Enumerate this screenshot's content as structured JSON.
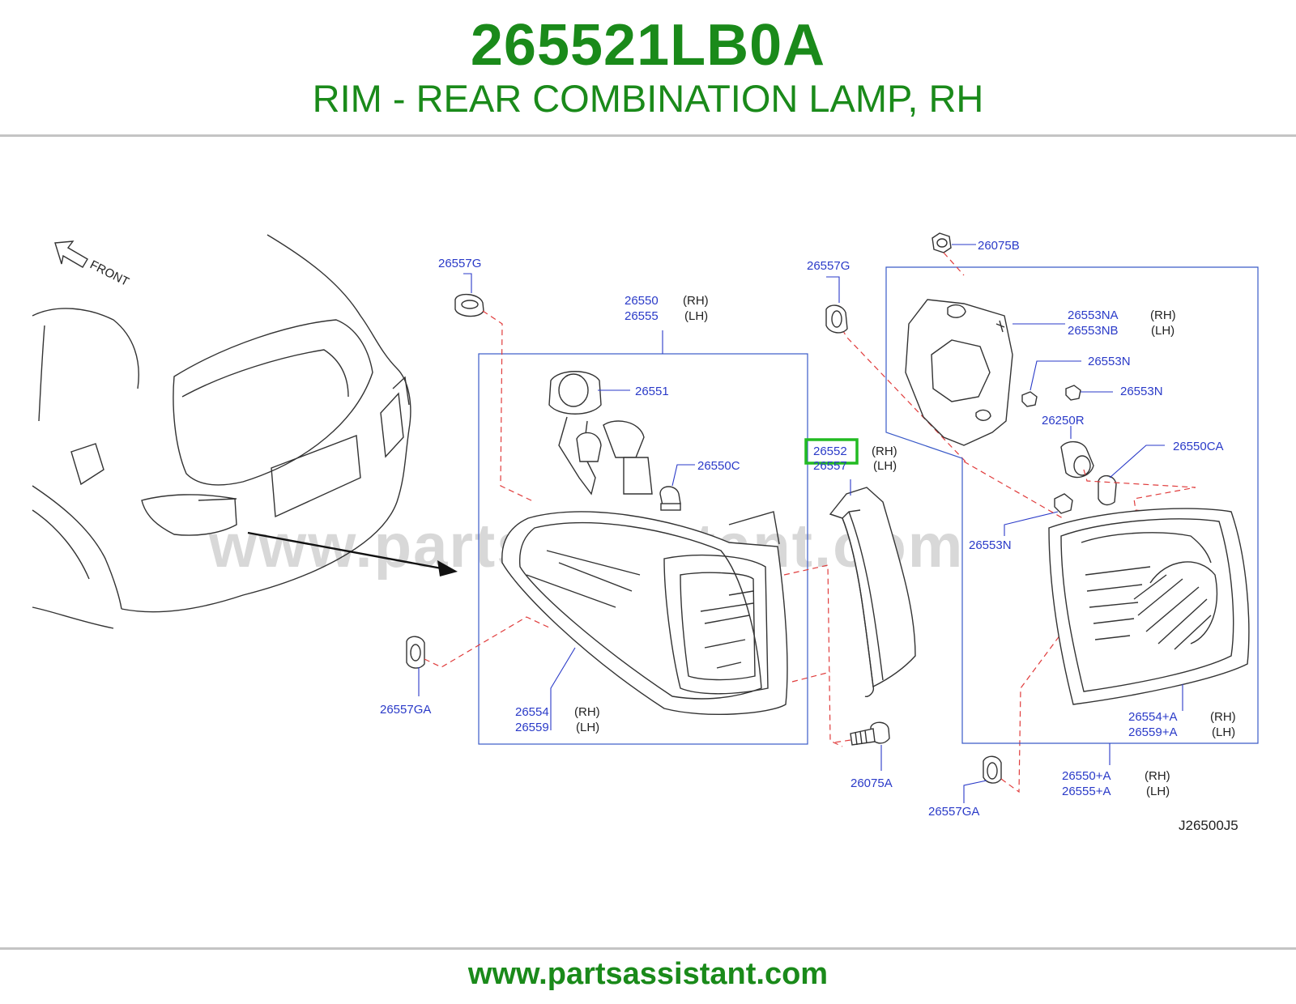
{
  "header": {
    "part_number": "265521LB0A",
    "description": "RIM - REAR COMBINATION LAMP, RH"
  },
  "footer": {
    "url": "www.partsassistant.com"
  },
  "watermark": "www.partsassistant.com",
  "diagram": {
    "front_label": "FRONT",
    "reference_code": "J26500J5",
    "labels": {
      "l_26557G_a": "26557G",
      "l_26550": "26550",
      "l_26555": "26555",
      "l_26551": "26551",
      "l_26550C": "26550C",
      "l_26557GA_a": "26557GA",
      "l_26554": "26554",
      "l_26559": "26559",
      "l_26557G_b": "26557G",
      "l_26552": "26552",
      "l_26557": "26557",
      "l_26075A": "26075A",
      "l_26557GA_b": "26557GA",
      "l_26075B": "26075B",
      "l_26553NA": "26553NA",
      "l_26553NB": "26553NB",
      "l_26553N_a": "26553N",
      "l_26553N_b": "26553N",
      "l_26250R": "26250R",
      "l_26550CA": "26550CA",
      "l_26553N_c": "26553N",
      "l_26554A": "26554+A",
      "l_26559A": "26559+A",
      "l_26550A": "26550+A",
      "l_26555A": "26555+A"
    },
    "sides": {
      "rh": "(RH)",
      "lh": "(LH)"
    },
    "highlight_color": "#22bb22",
    "label_color": "#2a3ac8",
    "leader_dash_color": "#e03c3c"
  }
}
